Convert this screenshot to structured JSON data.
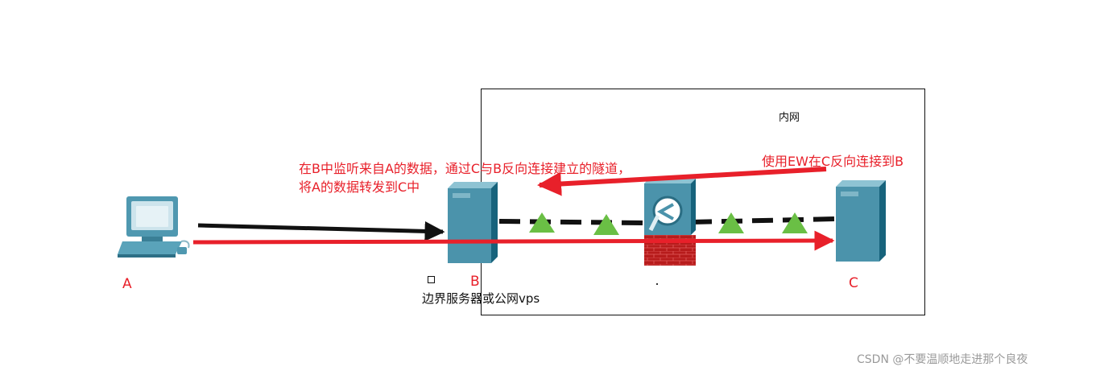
{
  "labels": {
    "node_a": "A",
    "node_b": "B",
    "node_c": "C",
    "intranet": "内网",
    "b_caption": "边界服务器或公网vps",
    "desc_line1": "在B中监听来自A的数据，通过C与B反向连接建立的隧道，",
    "desc_line2": "将A的数据转发到C中",
    "c_caption": "使用EW在C反向连接到B"
  },
  "watermark": "CSDN @不要温顺地走进那个良夜",
  "colors": {
    "accent_red": "#e8202a",
    "tunnel_marker": "#6abf45",
    "server_body": "#4b93ab",
    "server_side": "#17637c",
    "firewall_brick": "#b71c1c"
  },
  "icons": [
    "computer-icon",
    "server-icon",
    "firewall-icon",
    "server-icon"
  ]
}
